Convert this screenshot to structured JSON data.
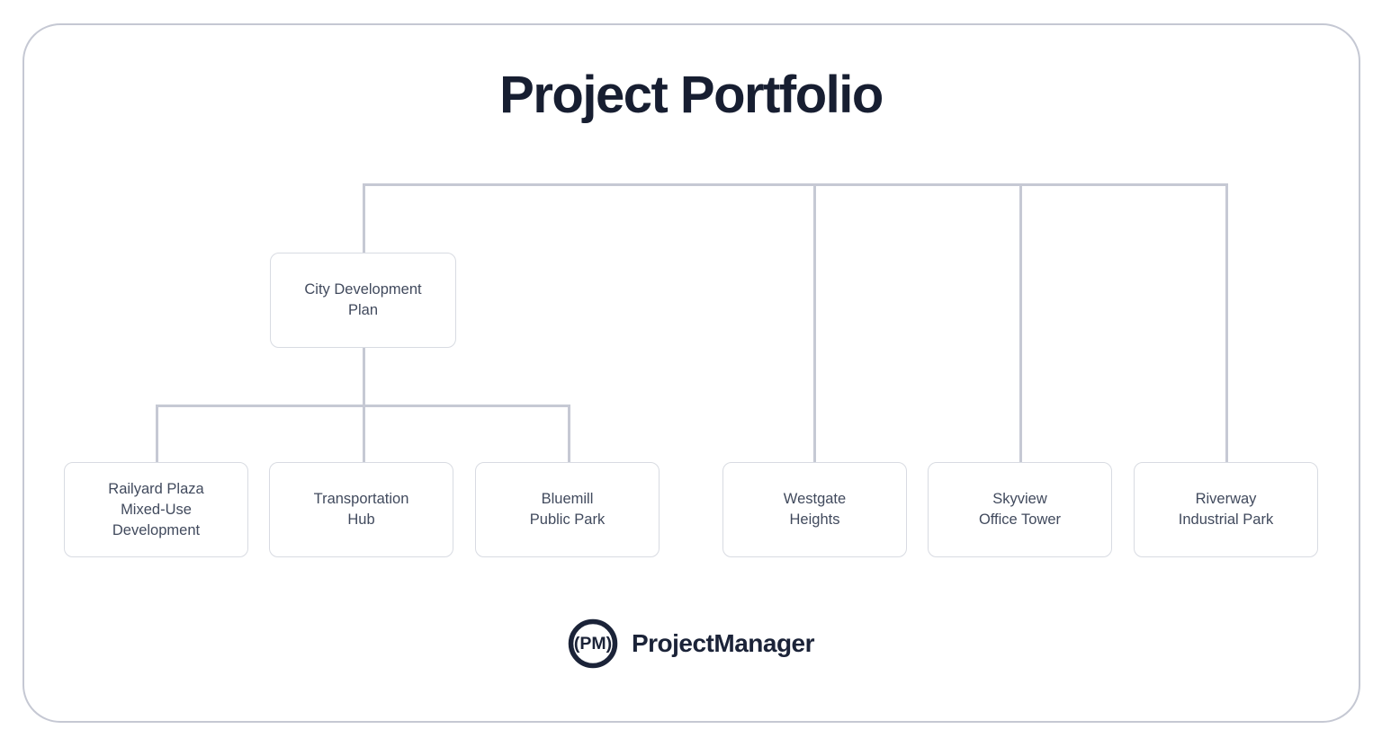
{
  "page": {
    "title": "Project Portfolio"
  },
  "org_chart": {
    "top_bracket_children": [
      "city-development-plan",
      "westgate-heights",
      "skyview-office-tower",
      "riverway-industrial-park"
    ],
    "nodes": {
      "cdp": {
        "label": "City Development\nPlan"
      },
      "railyard": {
        "label": "Railyard Plaza\nMixed-Use\nDevelopment",
        "parent": "City Development Plan"
      },
      "transport": {
        "label": "Transportation\nHub",
        "parent": "City Development Plan"
      },
      "bluemill": {
        "label": "Bluemill\nPublic Park",
        "parent": "City Development Plan"
      },
      "westgate": {
        "label": "Westgate\nHeights"
      },
      "skyview": {
        "label": "Skyview\nOffice Tower"
      },
      "riverway": {
        "label": "Riverway\nIndustrial Park"
      }
    }
  },
  "footer": {
    "logo_monogram": "(PM)",
    "brand_name": "ProjectManager"
  },
  "colors": {
    "connector_line": "#c6c9d4",
    "box_border": "#d8dbe2",
    "node_text": "#414a5d",
    "title_text": "#171e31",
    "brand_text": "#1b2338",
    "outer_frame": "#c5c8d3",
    "background": "#ffffff"
  }
}
